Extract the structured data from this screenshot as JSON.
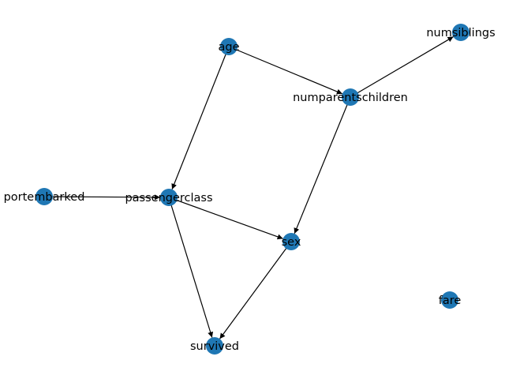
{
  "graph": {
    "node_color": "#1f77b4",
    "edge_color": "#000000",
    "directed": true,
    "nodes": [
      {
        "id": "age",
        "label": "age"
      },
      {
        "id": "numsiblings",
        "label": "numsiblings"
      },
      {
        "id": "numparentschildren",
        "label": "numparentschildren"
      },
      {
        "id": "portembarked",
        "label": "portembarked"
      },
      {
        "id": "passengerclass",
        "label": "passengerclass"
      },
      {
        "id": "sex",
        "label": "sex"
      },
      {
        "id": "fare",
        "label": "fare"
      },
      {
        "id": "survived",
        "label": "survived"
      }
    ],
    "edges": [
      {
        "from": "age",
        "to": "numparentschildren"
      },
      {
        "from": "age",
        "to": "passengerclass"
      },
      {
        "from": "numparentschildren",
        "to": "numsiblings"
      },
      {
        "from": "numparentschildren",
        "to": "sex"
      },
      {
        "from": "portembarked",
        "to": "passengerclass"
      },
      {
        "from": "passengerclass",
        "to": "sex"
      },
      {
        "from": "passengerclass",
        "to": "survived"
      },
      {
        "from": "sex",
        "to": "survived"
      }
    ]
  }
}
